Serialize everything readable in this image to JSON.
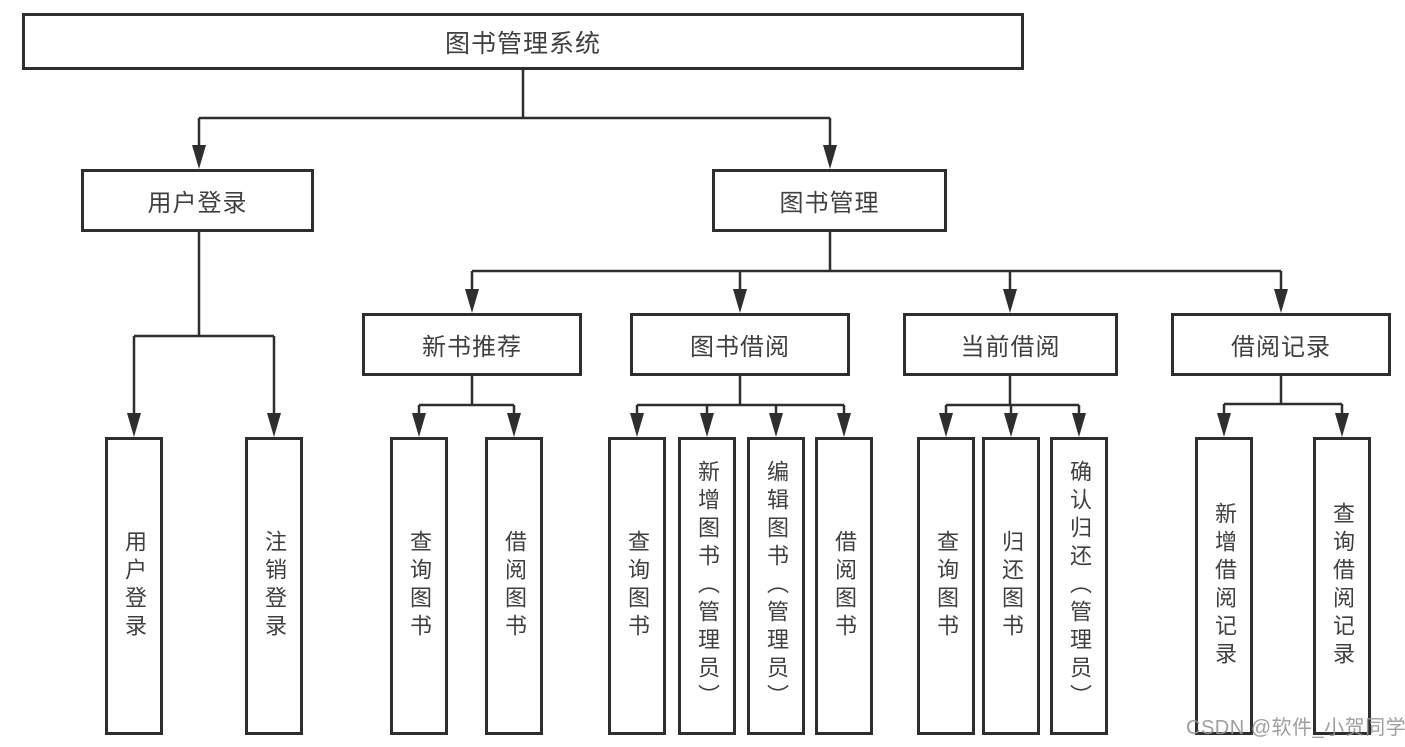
{
  "diagram": {
    "root": {
      "label": "图书管理系统"
    },
    "branches": [
      {
        "label": "用户登录",
        "children": [
          {
            "label": "用户登录"
          },
          {
            "label": "注销登录"
          }
        ]
      },
      {
        "label": "图书管理",
        "children": [
          {
            "label": "新书推荐",
            "children": [
              {
                "label": "查询图书"
              },
              {
                "label": "借阅图书"
              }
            ]
          },
          {
            "label": "图书借阅",
            "children": [
              {
                "label": "查询图书"
              },
              {
                "label": "新增图书（管理员）"
              },
              {
                "label": "编辑图书（管理员）"
              },
              {
                "label": "借阅图书"
              }
            ]
          },
          {
            "label": "当前借阅",
            "children": [
              {
                "label": "查询图书"
              },
              {
                "label": "归还图书"
              },
              {
                "label": "确认归还（管理员）"
              }
            ]
          },
          {
            "label": "借阅记录",
            "children": [
              {
                "label": "新增借阅记录"
              },
              {
                "label": "查询借阅记录"
              }
            ]
          }
        ]
      }
    ]
  },
  "watermark": {
    "text": "CSDN @软件_小贺同学"
  },
  "colors": {
    "line": "#2e2e2e",
    "box_border": "#2e2e2e",
    "text": "#3f3f3f",
    "watermark": "#979797",
    "background": "#ffffff"
  }
}
